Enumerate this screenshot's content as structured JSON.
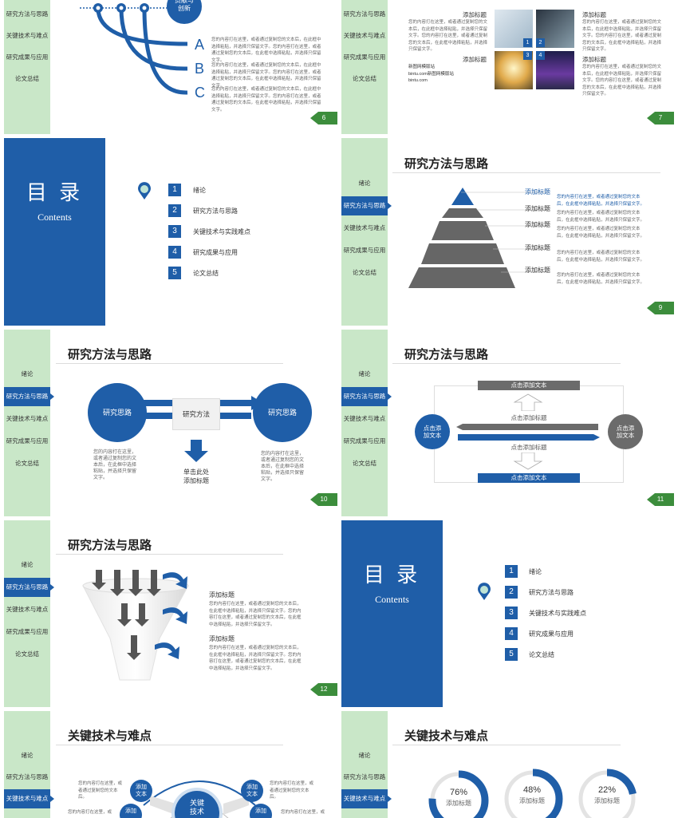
{
  "nav": [
    "绪论",
    "研究方法与思路",
    "关键技术与难点",
    "研究成果与应用",
    "论文总结"
  ],
  "slide6": {
    "nav": [
      "研究方法与思路",
      "关键技术与难点",
      "研究成果与应用",
      "论文总结"
    ],
    "badge": "贡献与\n创新",
    "letters": [
      "A",
      "B",
      "C"
    ],
    "texts": [
      "您的内容打在这里，或者通过复制您的文本后，在此框中选择粘贴，并选择只保留文字。您的内容打在这里，或者通过复制您的文本后，在此框中选择粘贴，并选择只保留文字。",
      "您的内容打在这里，或者通过复制您的文本后，在此框中选择粘贴，并选择只保留文字。您的内容打在这里，或者通过复制您的文本后，在此框中选择粘贴，并选择只保留文字。",
      "您的内容打在这里，或者通过复制您的文本后，在此框中选择粘贴，并选择只保留文字。您的内容打在这里，或者通过复制您的文本后，在此框中选择粘贴，并选择只保留文字。"
    ],
    "page": "6"
  },
  "slide7": {
    "nav": [
      "研究方法与思路",
      "关键技术与难点",
      "研究成果与应用",
      "论文总结"
    ],
    "left_title": "添加标题",
    "left_text": "您的内容打在这里，或者通过复制您的文本后，在此框中选择粘贴，并选择只保留文字。您的内容打在这里，或者通过复制您的文本后，在此框中选择粘贴，并选择只保留文字。",
    "left_title2": "添加标题",
    "left_text2": "新图网模版站\nbintu.com新图网模版站\nbintu.com",
    "photo_nums": [
      "1",
      "2",
      "3",
      "4"
    ],
    "right_title": "添加标题",
    "right_text": "您的内容打在这里，或者通过复制您的文本后，在此框中选择粘贴，并选择只保留文字。您的内容打在这里，或者通过复制您的文本后，在此框中选择粘贴，并选择只保留文字。",
    "right_title2": "添加标题",
    "right_text2": "您的内容打在这里，或者通过复制您的文本后，在此框中选择粘贴，并选择只保留文字。您的内容打在这里，或者通过复制您的文本后，在此框中选择粘贴，并选择只保留文字。",
    "page": "7"
  },
  "toc": {
    "title": "目 录",
    "subtitle": "Contents",
    "items": [
      {
        "n": "1",
        "label": "绪论"
      },
      {
        "n": "2",
        "label": "研究方法与思路"
      },
      {
        "n": "3",
        "label": "关键技术与实践难点"
      },
      {
        "n": "4",
        "label": "研究成果与应用"
      },
      {
        "n": "5",
        "label": "论文总结"
      }
    ]
  },
  "slide9": {
    "title": "研究方法与思路",
    "labels": [
      "添加标题",
      "添加标题",
      "添加标题",
      "添加标题",
      "添加标题"
    ],
    "text": "您的内容打在这里，或者通过复制您的文本后，在此框中选择粘贴，并选择只保留文字。",
    "page": "9"
  },
  "slide10": {
    "title": "研究方法与思路",
    "left_circle": "研究思路",
    "center_box": "研究方法",
    "right_circle": "研究思路",
    "bottom_label": "单击此处\n添加标题",
    "left_text": "您的内容打在这里，或者通过复制您的文本后，在此框中选择粘贴，并选择只保留文字。",
    "right_text": "您的内容打在这里，或者通过复制您的文本后，在此框中选择粘贴，并选择只保留文字。",
    "page": "10"
  },
  "slide11": {
    "title": "研究方法与思路",
    "top_bar": "点击添加文本",
    "bottom_bar": "点击添加文本",
    "up_label": "点击添加标题",
    "down_label": "点击添加标题",
    "left_circle": "点击添\n加文本",
    "right_circle": "点击添\n加文本",
    "page": "11"
  },
  "slide12": {
    "title": "研究方法与思路",
    "h1": "添加标题",
    "t1": "您的内容打在这里，或者通过复制您的文本后，在此框中选择粘贴，并选择只保留文字。您的内容打在这里，或者通过复制您的文本后，在此框中选择粘贴，并选择只保留文字。",
    "h2": "添加标题",
    "t2": "您的内容打在这里，或者通过复制您的文本后，在此框中选择粘贴，并选择只保留文字。您的内容打在这里，或者通过复制您的文本后，在此框中选择粘贴，并选择只保留文字。",
    "page": "12"
  },
  "slide14": {
    "title": "关键技术与难点",
    "t_left1": "您的内容打在这里，或者通过复制您的文本后。",
    "t_left2": "您的内容打在这里，或",
    "t_right1": "您的内容打在这里，或者通过复制您的文本后。",
    "t_right2": "您的内容打在这里，或",
    "c1": "添加\n文本",
    "c2": "添加\n文本",
    "c3": "添加",
    "c4": "添加",
    "center": "关键\n技术"
  },
  "slide15": {
    "title": "关键技术与难点",
    "donuts": [
      {
        "pct": "76%",
        "label": "添加标题",
        "value": 0.76
      },
      {
        "pct": "48%",
        "label": "添加标题",
        "value": 0.48
      },
      {
        "pct": "22%",
        "label": "添加标题",
        "value": 0.22
      }
    ]
  },
  "colors": {
    "blue": "#1f5ea8",
    "green_side": "#c9e7c8",
    "page_green": "#3c8d3c",
    "gray": "#6b6b6b"
  }
}
